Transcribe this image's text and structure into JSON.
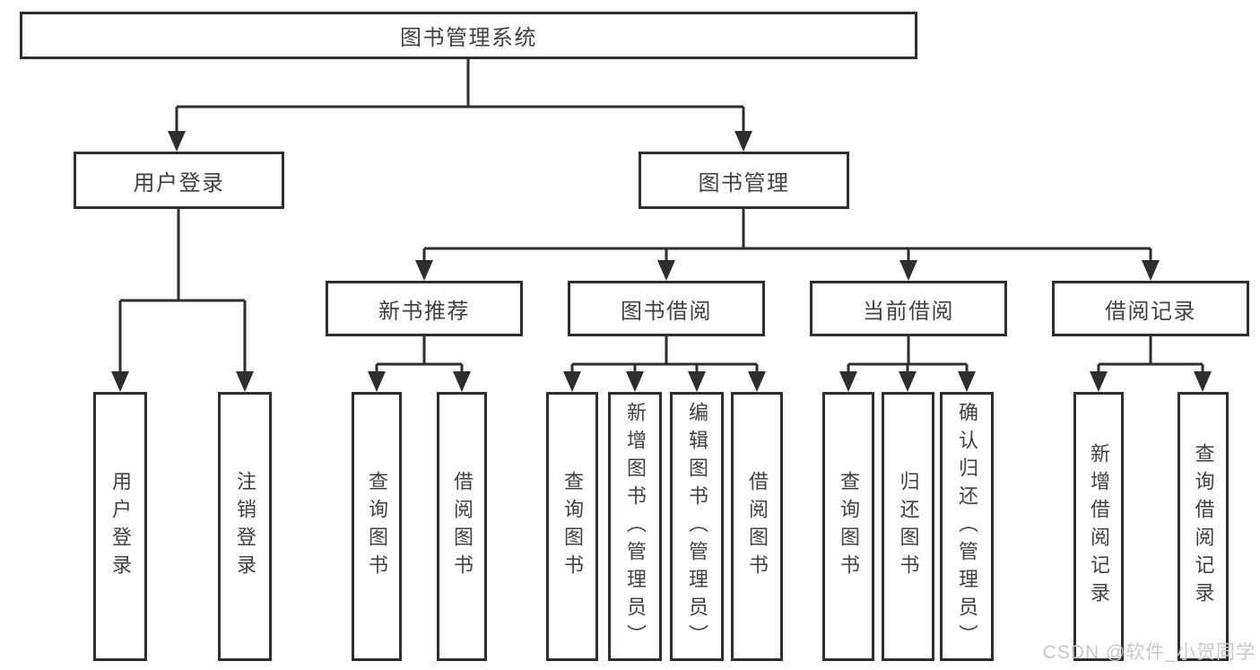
{
  "tree": {
    "root": {
      "label": "图书管理系统",
      "children": [
        {
          "label": "用户登录",
          "children": [
            {
              "label": "用户登录"
            },
            {
              "label": "注销登录"
            }
          ]
        },
        {
          "label": "图书管理",
          "children": [
            {
              "label": "新书推荐",
              "children": [
                {
                  "label": "查询图书"
                },
                {
                  "label": "借阅图书"
                }
              ]
            },
            {
              "label": "图书借阅",
              "children": [
                {
                  "label": "查询图书"
                },
                {
                  "label": "新增图书（管理员）"
                },
                {
                  "label": "编辑图书（管理员）"
                },
                {
                  "label": "借阅图书"
                }
              ]
            },
            {
              "label": "当前借阅",
              "children": [
                {
                  "label": "查询图书"
                },
                {
                  "label": "归还图书"
                },
                {
                  "label": "确认归还（管理员）"
                }
              ]
            },
            {
              "label": "借阅记录",
              "children": [
                {
                  "label": "新增借阅记录"
                },
                {
                  "label": "查询借阅记录"
                }
              ]
            }
          ]
        }
      ]
    }
  },
  "watermark": {
    "text": "CSDN @软件_小贺同学"
  },
  "colors": {
    "line": "#2e2e2e",
    "text": "#414141",
    "background": "#ffffff",
    "watermark": "#c9c9c9"
  }
}
